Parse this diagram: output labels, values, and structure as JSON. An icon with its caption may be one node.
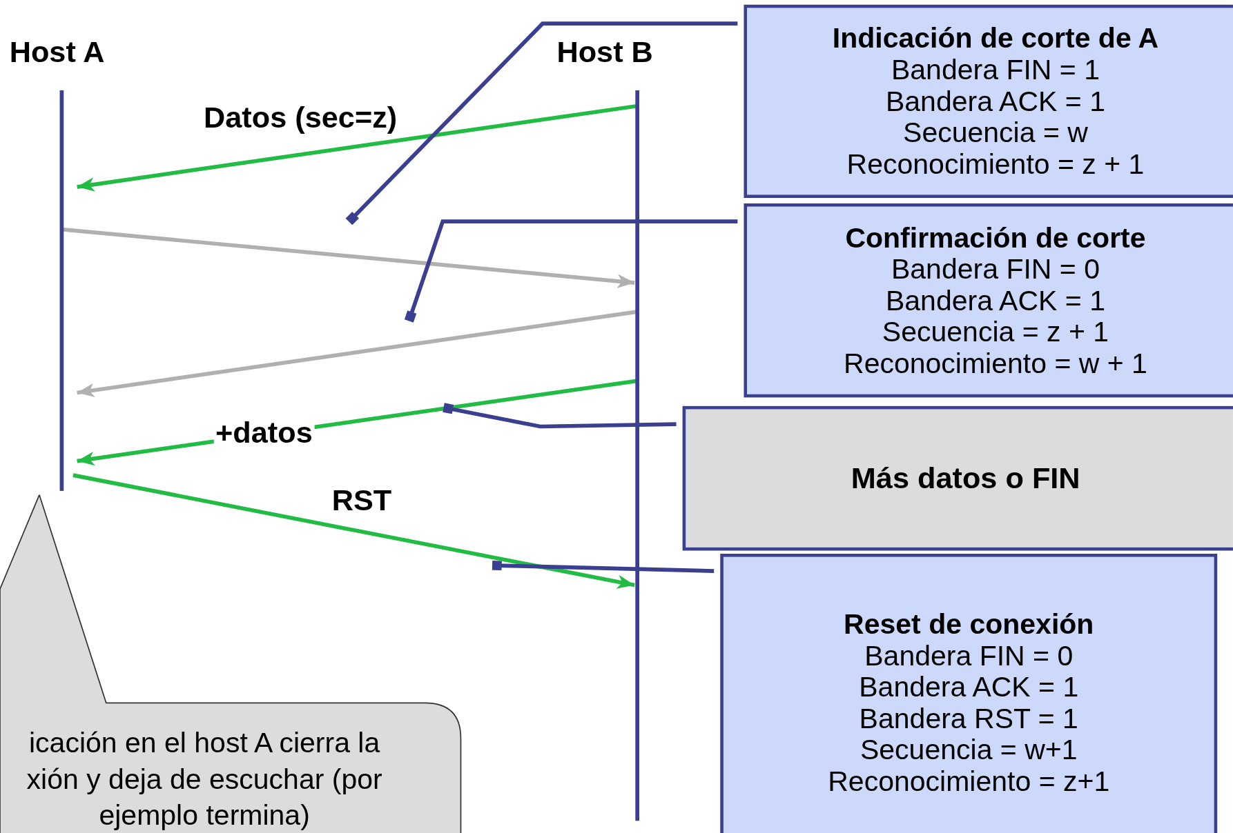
{
  "diagram": {
    "nodes": [
      {
        "text": [
          "Host A"
        ]
      },
      {
        "text": [
          "Host B"
        ]
      },
      {
        "text": [
          "Indicación de corte de A",
          "Bandera FIN = 1",
          "Bandera ACK = 1",
          "Secuencia = w",
          "Reconocimiento = z + 1"
        ]
      },
      {
        "text": [
          "Confirmación de corte",
          "Bandera FIN = 0",
          "Bandera ACK = 1",
          "Secuencia = z + 1",
          "Reconocimiento = w + 1"
        ]
      },
      {
        "text": [
          "Más datos o FIN"
        ]
      },
      {
        "text": [
          "Reset de conexión",
          "Bandera FIN = 0",
          "Bandera ACK = 1",
          "Bandera RST = 1",
          "Secuencia = w+1",
          "Reconocimiento = z+1"
        ]
      },
      {
        "text": [
          "icación en el host A cierra la xión y deja de escuchar (por ejemplo termina)"
        ]
      }
    ],
    "edges": [
      {
        "from": 1,
        "to": 0,
        "arrow": "to",
        "label": "Datos (sec=z)",
        "color": "#22bb44"
      },
      {
        "from": 0,
        "to": 1,
        "arrow": "to",
        "color": "#b0b0b0"
      },
      {
        "from": 1,
        "to": 0,
        "arrow": "to",
        "color": "#b0b0b0"
      },
      {
        "from": 1,
        "to": 0,
        "arrow": "to",
        "label": "+datos",
        "color": "#22bb44"
      },
      {
        "from": 0,
        "to": 1,
        "arrow": "to",
        "label": "RST",
        "color": "#22bb44"
      },
      {
        "from": 2,
        "to": null,
        "arrow": "other",
        "color": "#3b3f8f"
      },
      {
        "from": 3,
        "to": null,
        "arrow": "other",
        "color": "#3b3f8f"
      },
      {
        "from": 4,
        "to": null,
        "arrow": "other",
        "color": "#3b3f8f"
      },
      {
        "from": 5,
        "to": null,
        "arrow": "other",
        "color": "#3b3f8f"
      }
    ]
  }
}
